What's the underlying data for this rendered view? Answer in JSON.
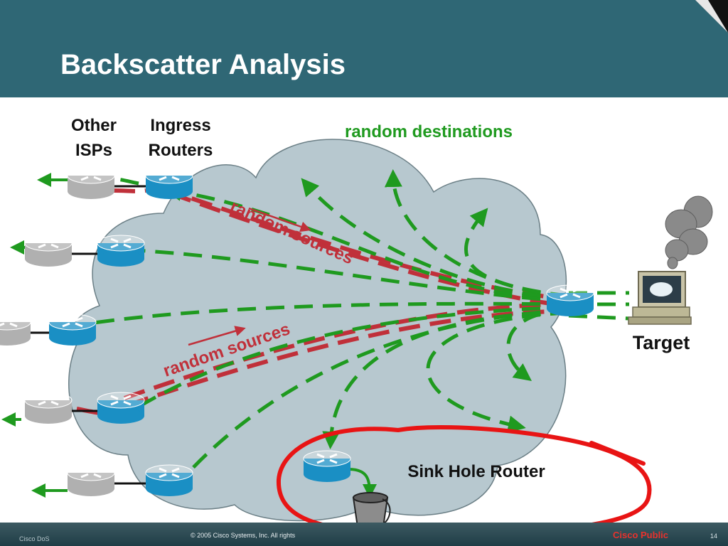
{
  "slide": {
    "title": "Backscatter Analysis"
  },
  "labels": {
    "other_isps": [
      "Other",
      "ISPs"
    ],
    "ingress_routers": [
      "Ingress",
      "Routers"
    ],
    "random_destinations": "random destinations",
    "random_sources_top": "random sources",
    "random_sources_bottom": "random sources",
    "target": "Target",
    "sink_hole_router": "Sink Hole Router"
  },
  "footer": {
    "left": "Cisco DoS",
    "copyright": "© 2005 Cisco Systems, Inc. All rights",
    "classification": "Cisco Public",
    "page": "14"
  },
  "colors": {
    "header": "#2f6775",
    "cloud": "#b7c8cf",
    "green": "#1f9a1f",
    "red_dashed": "#c0303a",
    "sink_circle": "#e81414",
    "router_blue": "#1a8fc4",
    "router_gray": "#a8a8a8"
  },
  "icons": [
    "router-icon",
    "target-computer-icon",
    "smoke-icon",
    "bucket-icon",
    "arrow-icon"
  ]
}
